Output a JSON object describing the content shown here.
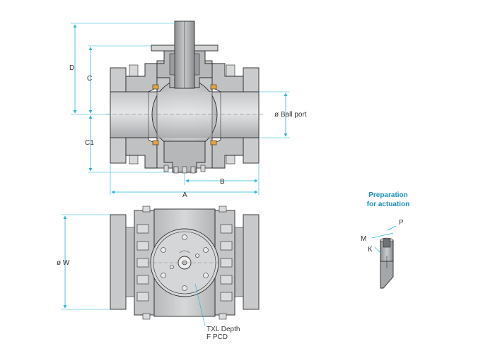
{
  "labels": {
    "D": "D",
    "C": "C",
    "C1": "C1",
    "ball_port": "ø Ball port",
    "B": "B",
    "A": "A",
    "W": "ø W",
    "txl_depth": "TXL Depth",
    "f_pcd": "F PCD",
    "P": "P",
    "M": "M",
    "K": "K"
  },
  "preparation": {
    "line1": "Preparation",
    "line2": "for actuation"
  },
  "colors": {
    "dimension": "#29b6d6",
    "title": "#1a8fc0",
    "body_light": "#d8d9da",
    "body_mid": "#b8babc",
    "body_dark": "#8e9193",
    "seal": "#e8a23a"
  }
}
